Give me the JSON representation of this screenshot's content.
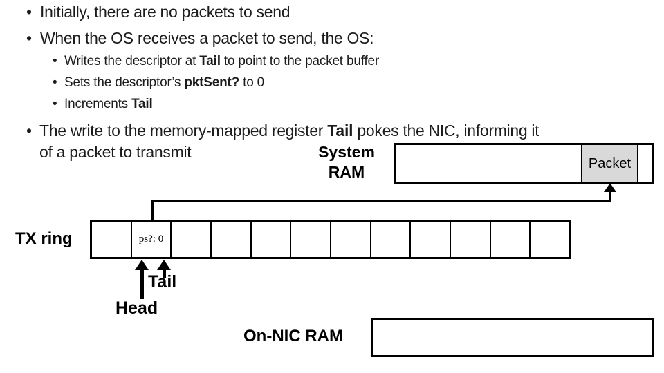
{
  "content": {
    "bullet_char": "•",
    "bullet1": "Initially, there are no packets to send",
    "bullet2": "When the OS receives a packet to send, the OS:",
    "sub1_pre": "Writes the descriptor at ",
    "sub1_bold": "Tail",
    "sub1_post": " to point to the packet buffer",
    "sub2_pre": "Sets the descriptor’s ",
    "sub2_bold": "pktSent?",
    "sub2_post": " to 0",
    "sub3_pre": "Increments ",
    "sub3_bold": "Tail",
    "bullet3_pre": "The write to the memory-mapped register ",
    "bullet3_bold": "Tail",
    "bullet3_post": " pokes the NIC, informing it",
    "bullet3_line2": "of a packet to transmit"
  },
  "diagram": {
    "system_ram_label_line1": "System",
    "system_ram_label_line2": "RAM",
    "packet_label": "Packet",
    "tx_ring_label": "TX ring",
    "ring_cells": [
      "",
      "ps?: 0",
      "",
      "",
      "",
      "",
      "",
      "",
      "",
      "",
      "",
      ""
    ],
    "tail_label": "Tail",
    "head_label": "Head",
    "on_nic_ram_label": "On-NIC RAM",
    "colors": {
      "packet_fill": "#d9d9d9",
      "line_color": "#000000",
      "background": "#ffffff",
      "text": "#1c1c1c"
    }
  }
}
